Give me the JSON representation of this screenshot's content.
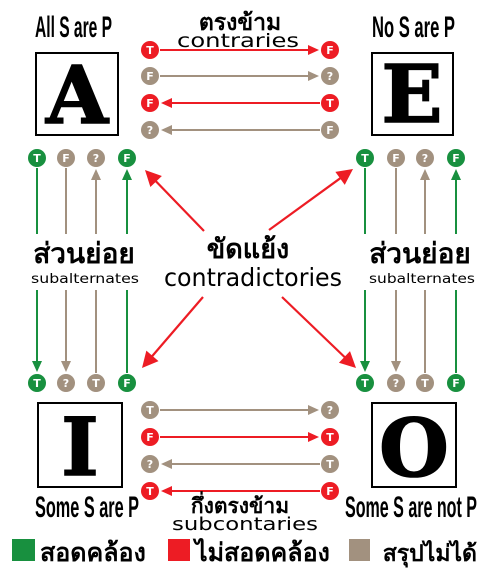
{
  "colors": {
    "green": "#18903f",
    "red": "#ed1c24",
    "tan": "#a2917f"
  },
  "corners": {
    "A": {
      "letter": "A",
      "label": "All S are P"
    },
    "E": {
      "letter": "E",
      "label": "No S are P"
    },
    "I": {
      "letter": "I",
      "label": "Some S are P"
    },
    "O": {
      "letter": "O",
      "label": "Some S are not P"
    }
  },
  "relations": {
    "contraries": {
      "thai": "ตรงข้าม",
      "english": "contraries",
      "between": [
        "A",
        "E"
      ],
      "rows": [
        {
          "from": "A",
          "from_value": "T",
          "to": "E",
          "to_value": "F",
          "color": "red"
        },
        {
          "from": "A",
          "from_value": "F",
          "to": "E",
          "to_value": "?",
          "color": "tan"
        },
        {
          "from": "E",
          "from_value": "T",
          "to": "A",
          "to_value": "F",
          "color": "red"
        },
        {
          "from": "E",
          "from_value": "F",
          "to": "A",
          "to_value": "?",
          "color": "tan"
        }
      ]
    },
    "subalternates_left": {
      "thai": "ส่วนย่อย",
      "english": "subalternates",
      "between": [
        "A",
        "I"
      ],
      "rows": [
        {
          "from": "A",
          "from_value": "T",
          "to": "I",
          "to_value": "T",
          "color": "green"
        },
        {
          "from": "A",
          "from_value": "F",
          "to": "I",
          "to_value": "?",
          "color": "tan"
        },
        {
          "from": "I",
          "from_value": "T",
          "to": "A",
          "to_value": "?",
          "color": "tan"
        },
        {
          "from": "I",
          "from_value": "F",
          "to": "A",
          "to_value": "F",
          "color": "green"
        }
      ]
    },
    "subalternates_right": {
      "thai": "ส่วนย่อย",
      "english": "subalternates",
      "between": [
        "E",
        "O"
      ],
      "rows": [
        {
          "from": "E",
          "from_value": "T",
          "to": "O",
          "to_value": "T",
          "color": "green"
        },
        {
          "from": "E",
          "from_value": "F",
          "to": "O",
          "to_value": "?",
          "color": "tan"
        },
        {
          "from": "O",
          "from_value": "T",
          "to": "E",
          "to_value": "?",
          "color": "tan"
        },
        {
          "from": "O",
          "from_value": "F",
          "to": "E",
          "to_value": "F",
          "color": "green"
        }
      ]
    },
    "contradictories": {
      "thai": "ขัดแย้ง",
      "english": "contradictories",
      "pairs": [
        [
          "A",
          "O"
        ],
        [
          "E",
          "I"
        ]
      ]
    },
    "subcontraries": {
      "thai": "กึ่งตรงข้าม",
      "english": "subcontaries",
      "between": [
        "I",
        "O"
      ],
      "rows": [
        {
          "from": "I",
          "from_value": "T",
          "to": "O",
          "to_value": "?",
          "color": "tan"
        },
        {
          "from": "I",
          "from_value": "F",
          "to": "O",
          "to_value": "T",
          "color": "red"
        },
        {
          "from": "O",
          "from_value": "T",
          "to": "I",
          "to_value": "?",
          "color": "tan"
        },
        {
          "from": "O",
          "from_value": "F",
          "to": "I",
          "to_value": "T",
          "color": "red"
        }
      ]
    }
  },
  "legend": [
    {
      "color": "green",
      "label": "สอดคล้อง"
    },
    {
      "color": "red",
      "label": "ไม่สอดคล้อง"
    },
    {
      "color": "tan",
      "label": "สรุปไม่ได้"
    }
  ]
}
